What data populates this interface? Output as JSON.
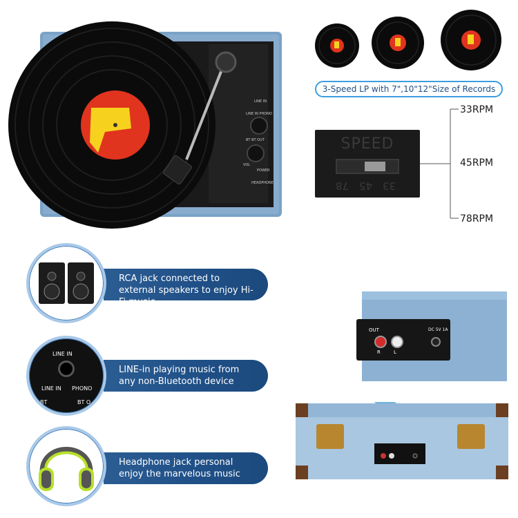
{
  "records_caption": "3-Speed LP with 7\",10\"12\"Size of Records",
  "speed_panel": {
    "title": "SPEED",
    "marks": [
      "78",
      "45",
      "33"
    ]
  },
  "rpm_labels": [
    "33RPM",
    "45RPM",
    "78RPM"
  ],
  "features": [
    {
      "caption": "RCA jack connected to external speakers to enjoy Hi-Fi music"
    },
    {
      "caption": "LINE-in playing music from any non-Bluetooth device"
    },
    {
      "caption": "Headphone jack personal enjoy the marvelous music"
    }
  ],
  "line_in_closeup": {
    "top_label": "LINE IN",
    "left_label": "LINE IN",
    "right_label": "PHONO",
    "bt_left": "BT",
    "bt_right": "BT O"
  },
  "back_panel": {
    "out_label": "OUT",
    "dc_label": "DC 5V 1A",
    "channels": [
      "R",
      "L"
    ]
  },
  "player_labels": {
    "line_in": "LINE IN",
    "line_in_phono": "LINE IN  PHONO",
    "bt_out": "BT  BT OUT",
    "power": "POWER",
    "headphone": "HEADPHONE",
    "vol": "VOL"
  },
  "colors": {
    "pill_blue": "#1f4f86",
    "denim": "#7aa2c6",
    "record_label": "#e0341e"
  }
}
